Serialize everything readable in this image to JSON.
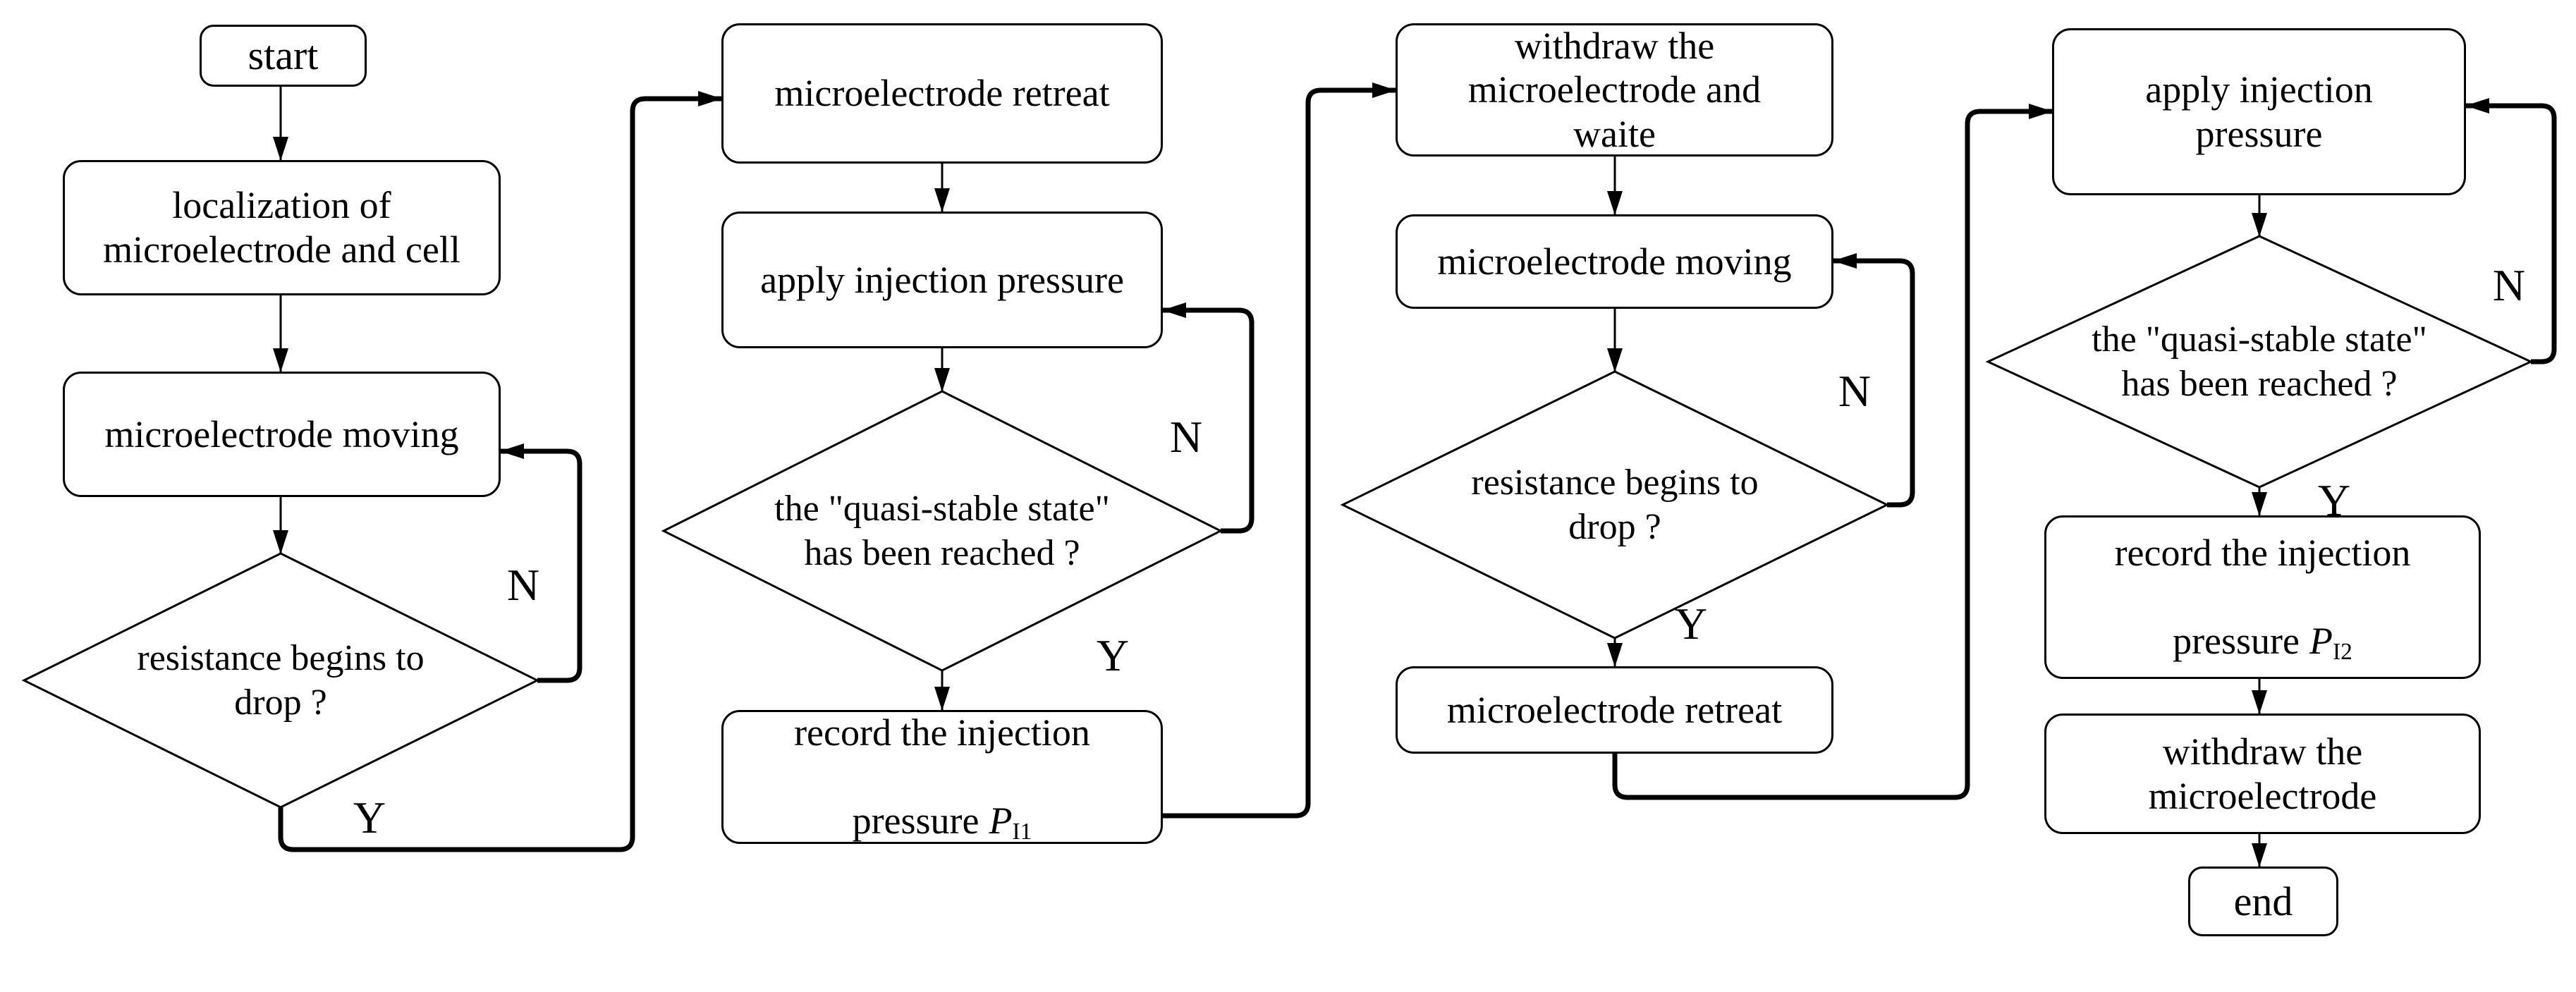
{
  "diagram": {
    "background_color": "#ffffff",
    "line_color": "#000000",
    "nodes": {
      "start": {
        "label": "start"
      },
      "localization": {
        "label": "localization of\nmicroelectrode and cell"
      },
      "moving1": {
        "label": "microelectrode moving"
      },
      "decision1": {
        "label": "resistance begins to\ndrop ?",
        "no_label": "N",
        "yes_label": "Y"
      },
      "retreat1": {
        "label": "microelectrode retreat"
      },
      "apply1": {
        "label": "apply injection pressure"
      },
      "decision2": {
        "label": "the \"quasi-stable state\"\nhas been reached ?",
        "no_label": "N",
        "yes_label": "Y"
      },
      "record1": {
        "line1": "record the injection",
        "line2": "pressure",
        "pressure_symbol": "P",
        "pressure_subscript": "I1"
      },
      "withdraw_wait": {
        "label": "withdraw the\nmicroelectrode and\nwaite"
      },
      "moving2": {
        "label": "microelectrode moving"
      },
      "decision3": {
        "label": "resistance begins to\ndrop ?",
        "no_label": "N",
        "yes_label": "Y"
      },
      "retreat2": {
        "label": "microelectrode retreat"
      },
      "apply2": {
        "label": "apply injection\npressure"
      },
      "decision4": {
        "label": "the \"quasi-stable state\"\nhas been reached ?",
        "no_label": "N",
        "yes_label": "Y"
      },
      "record2": {
        "line1": "record the injection",
        "line2": "pressure",
        "pressure_symbol": "P",
        "pressure_subscript": "I2"
      },
      "withdraw_final": {
        "label": "withdraw the\nmicroelectrode"
      },
      "end": {
        "label": "end"
      }
    }
  }
}
